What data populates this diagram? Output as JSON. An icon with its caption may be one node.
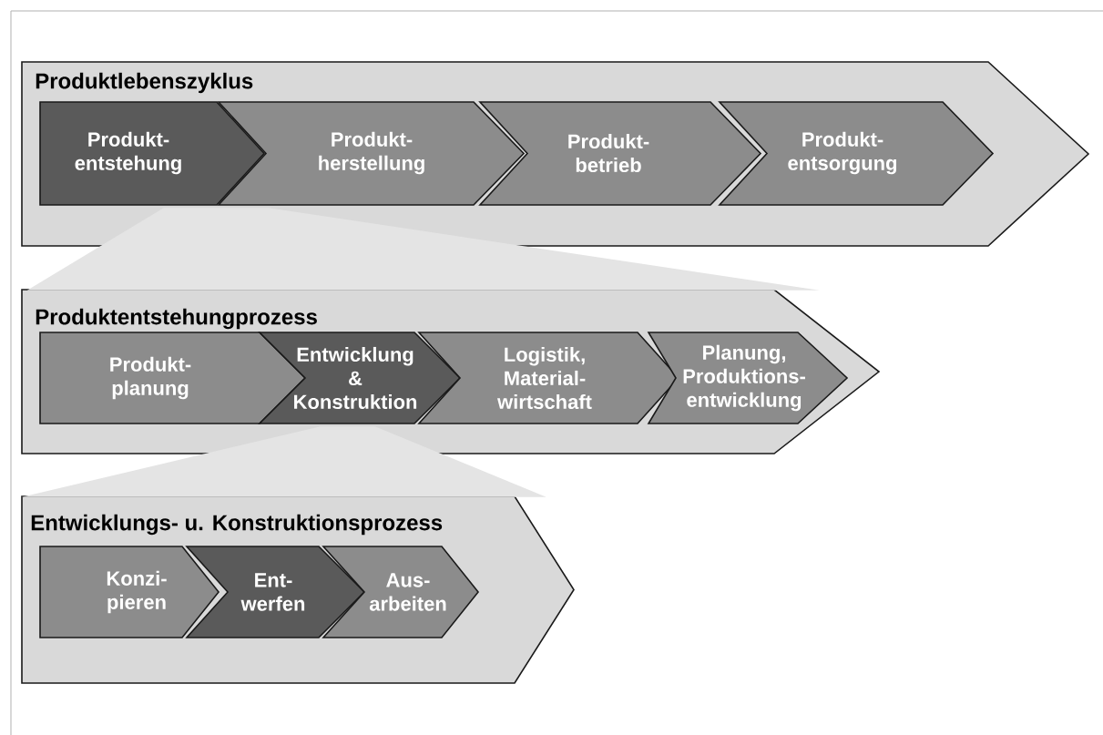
{
  "diagram": {
    "nodes": [
      {
        "text": [
          "Produktlebenszyklus"
        ]
      },
      {
        "text": [
          "Produkt- entstehung"
        ],
        "in": 0
      },
      {
        "text": [
          "Produkt- herstellung"
        ],
        "in": 0
      },
      {
        "text": [
          "Produkt- betrieb"
        ],
        "in": 0
      },
      {
        "text": [
          "Produkt- entsorgung"
        ],
        "in": 0
      },
      {
        "text": [
          "Produktentstehungprozess"
        ]
      },
      {
        "text": [
          "Produkt- planung"
        ],
        "in": 5
      },
      {
        "text": [
          "Entwicklung & Konstruktion"
        ],
        "in": 5
      },
      {
        "text": [
          "Logistik, Material- wirtschaft"
        ],
        "in": 5
      },
      {
        "text": [
          "Planung, Produktions- entwicklung"
        ],
        "in": 5
      },
      {
        "text": [
          "Entwicklungs- u. Konstruktionsprozess"
        ]
      },
      {
        "text": [
          "Konzi- pieren"
        ],
        "in": 10
      },
      {
        "text": [
          "Ent- werfen"
        ],
        "in": 10
      },
      {
        "text": [
          "Aus- arbeiten"
        ],
        "in": 10
      }
    ],
    "edges": [
      {
        "from": 1,
        "to": 5,
        "arrow": "none"
      },
      {
        "from": 7,
        "to": 10,
        "arrow": "none"
      }
    ]
  }
}
